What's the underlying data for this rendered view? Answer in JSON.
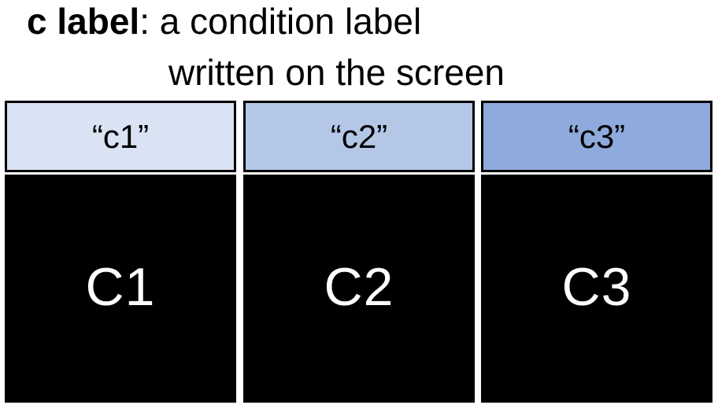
{
  "title": {
    "term": "c label",
    "colon": ":",
    "line1_rest": " a condition label",
    "line2": "written on the screen"
  },
  "conditions": [
    {
      "label": "“c1”",
      "screen_text": "C1",
      "color": "#dae3f3"
    },
    {
      "label": "“c2”",
      "screen_text": "C2",
      "color": "#b4c7e7"
    },
    {
      "label": "“c3”",
      "screen_text": "C3",
      "color": "#8faadc"
    }
  ]
}
